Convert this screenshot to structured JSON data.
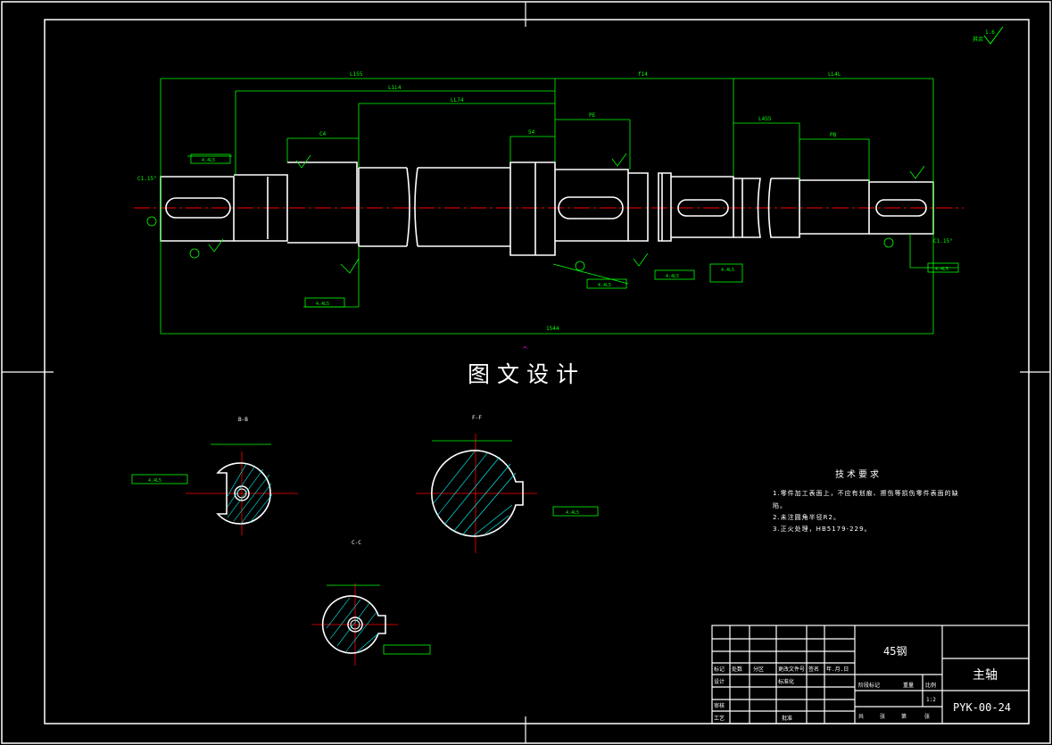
{
  "title_block": {
    "material": "45钢",
    "part_name": "主轴",
    "drawing_number": "PYK-00-24",
    "scale": "1:2",
    "header_cells": [
      "标记",
      "处数",
      "分区",
      "更改文件号",
      "签名",
      "年.月.日"
    ],
    "role_cells": [
      "设计",
      "标准化",
      "审核",
      "工艺",
      "批准"
    ],
    "right_cells": [
      "阶段标记",
      "重量",
      "比例",
      "共",
      "张",
      "第",
      "张"
    ]
  },
  "watermark": "图文设计",
  "tech_requirements": {
    "title": "技术要求",
    "items": [
      "1.零件加工表面上，不应有划痕、擦伤等损伤零件表面的缺",
      "陷。",
      "2.未注圆角半径R2。",
      "3.正火处理，HB5179-229。"
    ]
  },
  "section_labels": [
    "B-B",
    "F-F",
    "C-C"
  ],
  "dimensions": {
    "overall": "1544",
    "top_left": "L155",
    "mid_left": "L1L4",
    "center_left": "LL74",
    "right_mid": "f14",
    "right_far": "LL4L",
    "seg_c4": "C4",
    "seg_54": "54",
    "seg_pe": "PE",
    "seg_lags": "L4S5",
    "seg_pb": "PB",
    "chamfer_left": "C1.15°",
    "chamfer_right": "C1.15°",
    "roughness_top": "1.6",
    "roughness_note": "其余"
  },
  "tolerance_frames": [
    "4.4L5",
    "4.4L5",
    "4.4L5",
    "4.4L5",
    "4.4L5",
    "4.4L5",
    "4.4L5",
    "4.4L5"
  ],
  "colors": {
    "background": "#000000",
    "outline": "#ffffff",
    "dimension": "#00ff00",
    "centerline": "#ff0000",
    "hatch": "#00ffff",
    "marker": "#ff00ff"
  }
}
